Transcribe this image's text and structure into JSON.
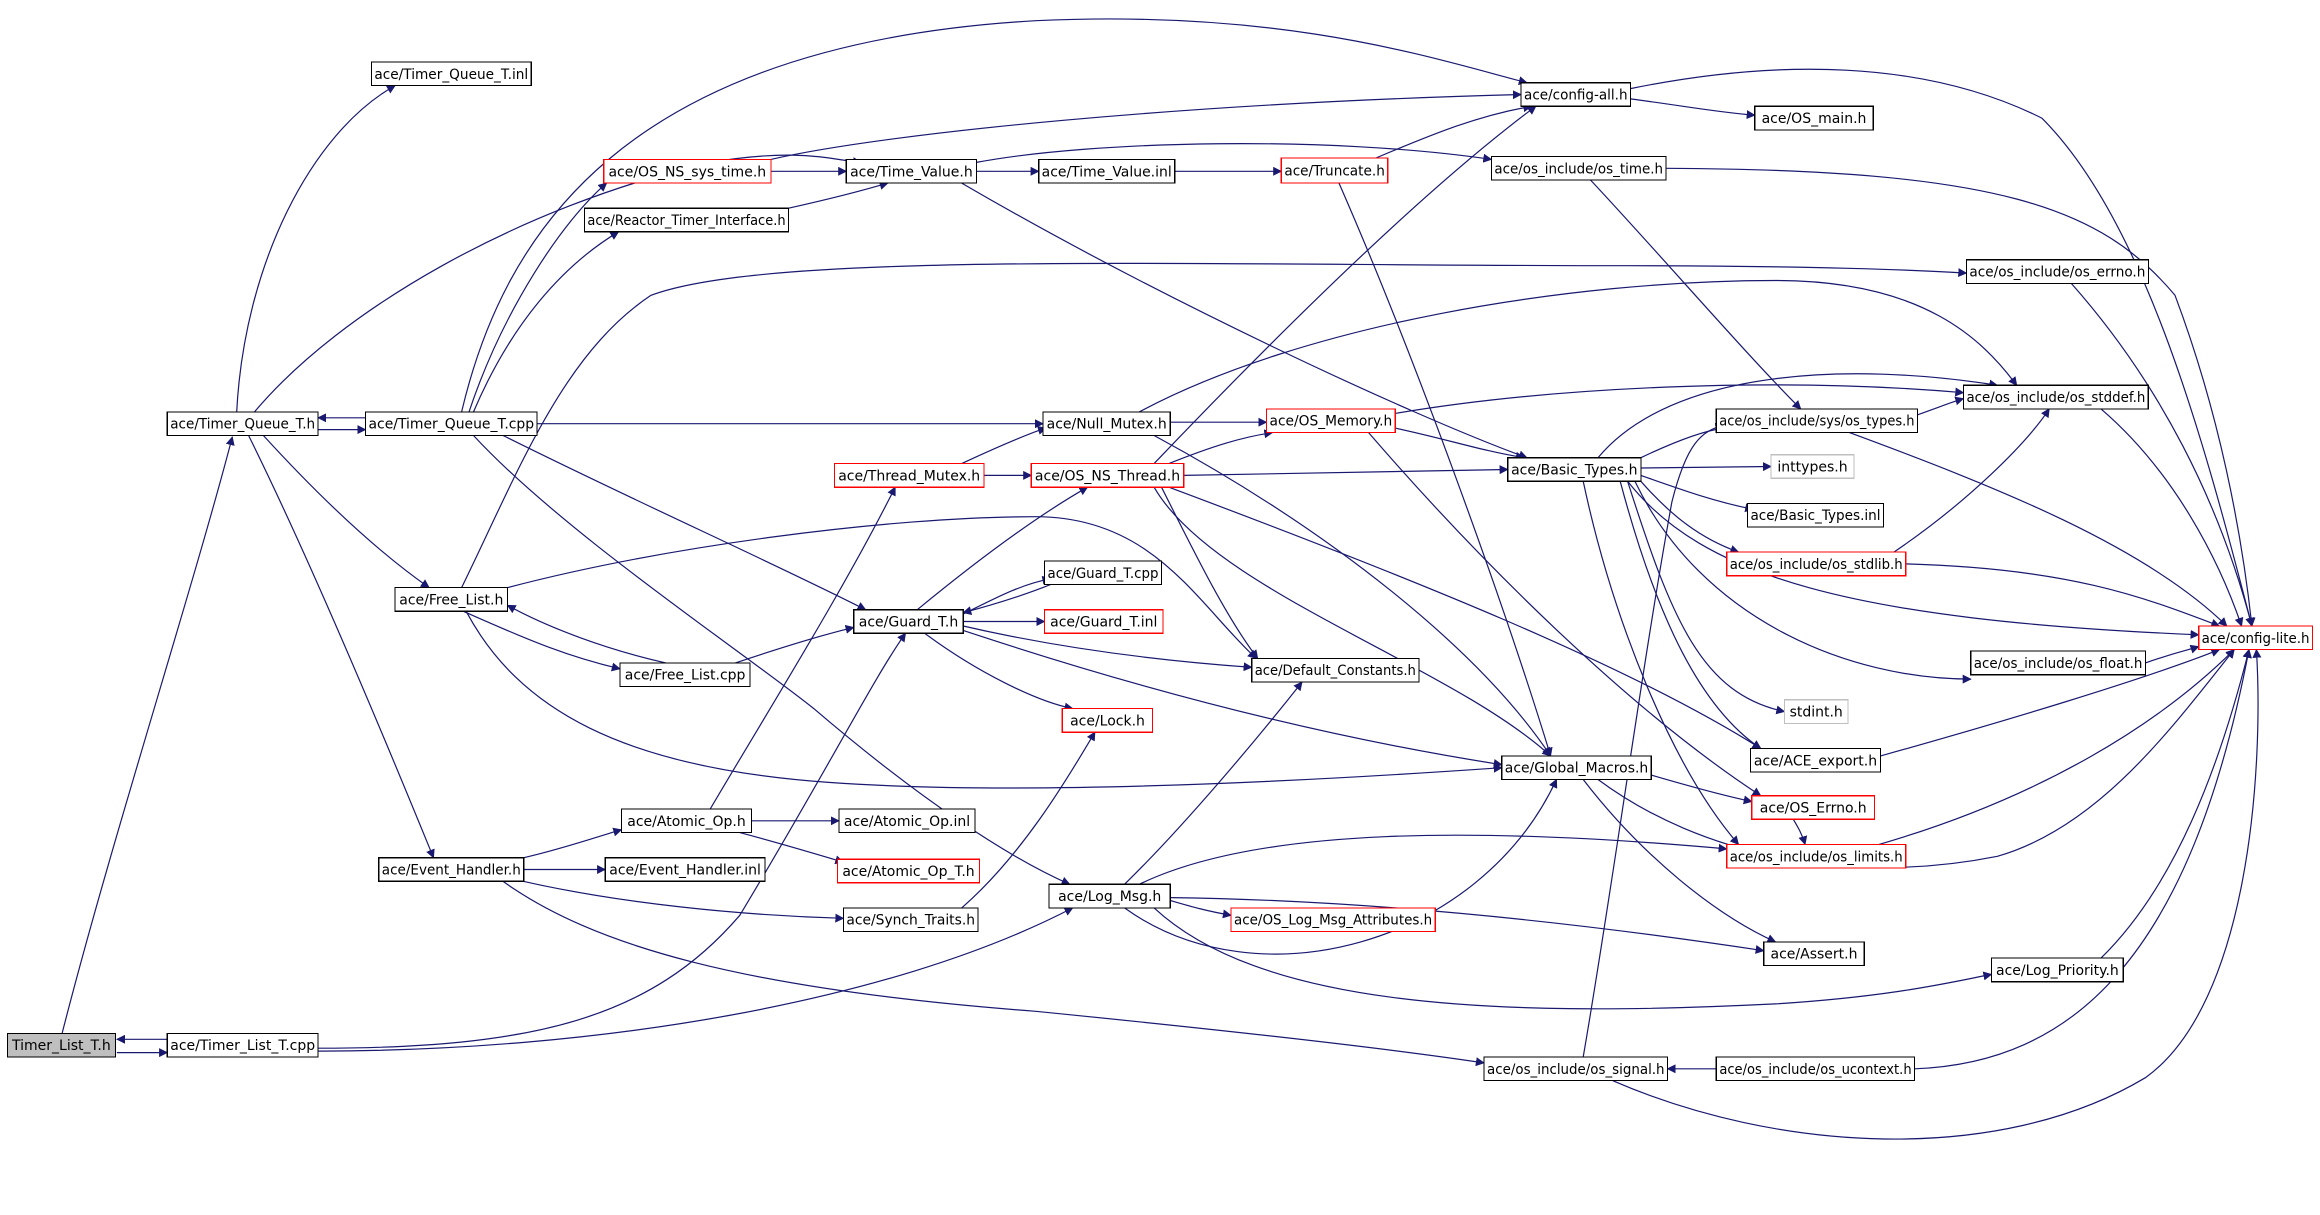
{
  "colors": {
    "edge": "#191970",
    "border_default": "#000000",
    "border_red": "#ff0000",
    "border_gray": "#bfbfbf",
    "fill_root": "#bfbfbf",
    "fill_default": "#ffffff"
  },
  "nodes": [
    {
      "id": "timer_list_t_h",
      "label": "Timer_List_T.h",
      "style": "root"
    },
    {
      "id": "timer_list_t_cpp",
      "label": "ace/Timer_List_T.cpp",
      "style": "default"
    },
    {
      "id": "timer_queue_t_h",
      "label": "ace/Timer_Queue_T.h",
      "style": "default"
    },
    {
      "id": "timer_queue_t_inl",
      "label": "ace/Timer_Queue_T.inl",
      "style": "default"
    },
    {
      "id": "timer_queue_t_cpp",
      "label": "ace/Timer_Queue_T.cpp",
      "style": "default"
    },
    {
      "id": "free_list_h",
      "label": "ace/Free_List.h",
      "style": "default"
    },
    {
      "id": "free_list_cpp",
      "label": "ace/Free_List.cpp",
      "style": "default"
    },
    {
      "id": "event_handler_h",
      "label": "ace/Event_Handler.h",
      "style": "default"
    },
    {
      "id": "event_handler_inl",
      "label": "ace/Event_Handler.inl",
      "style": "default"
    },
    {
      "id": "os_ns_sys_time_h",
      "label": "ace/OS_NS_sys_time.h",
      "style": "red"
    },
    {
      "id": "reactor_timer_interface_h",
      "label": "ace/Reactor_Timer_Interface.h",
      "style": "default"
    },
    {
      "id": "time_value_h",
      "label": "ace/Time_Value.h",
      "style": "default"
    },
    {
      "id": "time_value_inl",
      "label": "ace/Time_Value.inl",
      "style": "default"
    },
    {
      "id": "truncate_h",
      "label": "ace/Truncate.h",
      "style": "red"
    },
    {
      "id": "config_all_h",
      "label": "ace/config-all.h",
      "style": "default"
    },
    {
      "id": "os_main_h",
      "label": "ace/OS_main.h",
      "style": "default"
    },
    {
      "id": "os_time_h",
      "label": "ace/os_include/os_time.h",
      "style": "default"
    },
    {
      "id": "os_errno_h",
      "label": "ace/os_include/os_errno.h",
      "style": "default"
    },
    {
      "id": "null_mutex_h",
      "label": "ace/Null_Mutex.h",
      "style": "default"
    },
    {
      "id": "os_memory_h",
      "label": "ace/OS_Memory.h",
      "style": "red"
    },
    {
      "id": "thread_mutex_h",
      "label": "ace/Thread_Mutex.h",
      "style": "red"
    },
    {
      "id": "os_ns_thread_h",
      "label": "ace/OS_NS_Thread.h",
      "style": "red"
    },
    {
      "id": "basic_types_h",
      "label": "ace/Basic_Types.h",
      "style": "default"
    },
    {
      "id": "os_types_h",
      "label": "ace/os_include/sys/os_types.h",
      "style": "default"
    },
    {
      "id": "os_stddef_h",
      "label": "ace/os_include/os_stddef.h",
      "style": "default"
    },
    {
      "id": "inttypes_h",
      "label": "inttypes.h",
      "style": "gray"
    },
    {
      "id": "basic_types_inl",
      "label": "ace/Basic_Types.inl",
      "style": "default"
    },
    {
      "id": "os_stdlib_h",
      "label": "ace/os_include/os_stdlib.h",
      "style": "red"
    },
    {
      "id": "config_lite_h",
      "label": "ace/config-lite.h",
      "style": "red"
    },
    {
      "id": "os_float_h",
      "label": "ace/os_include/os_float.h",
      "style": "default"
    },
    {
      "id": "stdint_h",
      "label": "stdint.h",
      "style": "gray"
    },
    {
      "id": "guard_t_cpp",
      "label": "ace/Guard_T.cpp",
      "style": "default"
    },
    {
      "id": "guard_t_h",
      "label": "ace/Guard_T.h",
      "style": "default"
    },
    {
      "id": "guard_t_inl",
      "label": "ace/Guard_T.inl",
      "style": "red"
    },
    {
      "id": "default_constants_h",
      "label": "ace/Default_Constants.h",
      "style": "default"
    },
    {
      "id": "lock_h",
      "label": "ace/Lock.h",
      "style": "red"
    },
    {
      "id": "ace_export_h",
      "label": "ace/ACE_export.h",
      "style": "default"
    },
    {
      "id": "global_macros_h",
      "label": "ace/Global_Macros.h",
      "style": "default"
    },
    {
      "id": "os_errno_ace_h",
      "label": "ace/OS_Errno.h",
      "style": "red"
    },
    {
      "id": "atomic_op_h",
      "label": "ace/Atomic_Op.h",
      "style": "default"
    },
    {
      "id": "atomic_op_inl",
      "label": "ace/Atomic_Op.inl",
      "style": "default"
    },
    {
      "id": "atomic_op_t_h",
      "label": "ace/Atomic_Op_T.h",
      "style": "red"
    },
    {
      "id": "os_limits_h",
      "label": "ace/os_include/os_limits.h",
      "style": "red"
    },
    {
      "id": "log_msg_h",
      "label": "ace/Log_Msg.h",
      "style": "default"
    },
    {
      "id": "os_log_msg_attributes_h",
      "label": "ace/OS_Log_Msg_Attributes.h",
      "style": "red"
    },
    {
      "id": "synch_traits_h",
      "label": "ace/Synch_Traits.h",
      "style": "default"
    },
    {
      "id": "assert_h",
      "label": "ace/Assert.h",
      "style": "default"
    },
    {
      "id": "log_priority_h",
      "label": "ace/Log_Priority.h",
      "style": "default"
    },
    {
      "id": "os_signal_h",
      "label": "ace/os_include/os_signal.h",
      "style": "default"
    },
    {
      "id": "os_ucontext_h",
      "label": "ace/os_include/os_ucontext.h",
      "style": "default"
    }
  ],
  "edges": [
    [
      "timer_list_t_h",
      "timer_queue_t_h"
    ],
    [
      "timer_list_t_h",
      "timer_list_t_cpp"
    ],
    [
      "timer_list_t_cpp",
      "timer_list_t_h"
    ],
    [
      "timer_list_t_cpp",
      "guard_t_h"
    ],
    [
      "timer_list_t_cpp",
      "log_msg_h"
    ],
    [
      "timer_queue_t_h",
      "timer_queue_t_inl"
    ],
    [
      "timer_queue_t_h",
      "time_value_h"
    ],
    [
      "timer_queue_t_h",
      "timer_queue_t_cpp"
    ],
    [
      "timer_queue_t_h",
      "free_list_h"
    ],
    [
      "timer_queue_t_h",
      "event_handler_h"
    ],
    [
      "timer_queue_t_cpp",
      "timer_queue_t_h"
    ],
    [
      "timer_queue_t_cpp",
      "config_all_h"
    ],
    [
      "timer_queue_t_cpp",
      "os_ns_sys_time_h"
    ],
    [
      "timer_queue_t_cpp",
      "reactor_timer_interface_h"
    ],
    [
      "timer_queue_t_cpp",
      "null_mutex_h"
    ],
    [
      "timer_queue_t_cpp",
      "guard_t_h"
    ],
    [
      "timer_queue_t_cpp",
      "log_msg_h"
    ],
    [
      "free_list_h",
      "free_list_cpp"
    ],
    [
      "free_list_h",
      "os_errno_h"
    ],
    [
      "free_list_h",
      "default_constants_h"
    ],
    [
      "free_list_h",
      "global_macros_h"
    ],
    [
      "free_list_cpp",
      "free_list_h"
    ],
    [
      "free_list_cpp",
      "guard_t_h"
    ],
    [
      "event_handler_h",
      "atomic_op_h"
    ],
    [
      "event_handler_h",
      "event_handler_inl"
    ],
    [
      "event_handler_h",
      "synch_traits_h"
    ],
    [
      "event_handler_h",
      "os_signal_h"
    ],
    [
      "os_ns_sys_time_h",
      "time_value_h"
    ],
    [
      "os_ns_sys_time_h",
      "config_all_h"
    ],
    [
      "reactor_timer_interface_h",
      "time_value_h"
    ],
    [
      "time_value_h",
      "time_value_inl"
    ],
    [
      "time_value_h",
      "os_time_h"
    ],
    [
      "time_value_h",
      "basic_types_h"
    ],
    [
      "time_value_inl",
      "truncate_h"
    ],
    [
      "truncate_h",
      "config_all_h"
    ],
    [
      "truncate_h",
      "global_macros_h"
    ],
    [
      "config_all_h",
      "os_main_h"
    ],
    [
      "config_all_h",
      "config_lite_h"
    ],
    [
      "os_time_h",
      "os_types_h"
    ],
    [
      "os_time_h",
      "config_lite_h"
    ],
    [
      "os_errno_h",
      "config_lite_h"
    ],
    [
      "null_mutex_h",
      "os_memory_h"
    ],
    [
      "null_mutex_h",
      "os_stddef_h"
    ],
    [
      "null_mutex_h",
      "global_macros_h"
    ],
    [
      "thread_mutex_h",
      "null_mutex_h"
    ],
    [
      "thread_mutex_h",
      "os_ns_thread_h"
    ],
    [
      "os_ns_thread_h",
      "os_memory_h"
    ],
    [
      "os_ns_thread_h",
      "config_all_h"
    ],
    [
      "os_ns_thread_h",
      "basic_types_h"
    ],
    [
      "os_ns_thread_h",
      "default_constants_h"
    ],
    [
      "os_ns_thread_h",
      "global_macros_h"
    ],
    [
      "os_ns_thread_h",
      "ace_export_h"
    ],
    [
      "os_memory_h",
      "basic_types_h"
    ],
    [
      "os_memory_h",
      "os_stddef_h"
    ],
    [
      "os_memory_h",
      "os_errno_ace_h"
    ],
    [
      "basic_types_h",
      "os_types_h"
    ],
    [
      "basic_types_h",
      "inttypes_h"
    ],
    [
      "basic_types_h",
      "basic_types_inl"
    ],
    [
      "basic_types_h",
      "os_stdlib_h"
    ],
    [
      "basic_types_h",
      "config_lite_h"
    ],
    [
      "basic_types_h",
      "os_float_h"
    ],
    [
      "basic_types_h",
      "stdint_h"
    ],
    [
      "basic_types_h",
      "ace_export_h"
    ],
    [
      "basic_types_h",
      "os_limits_h"
    ],
    [
      "basic_types_h",
      "os_stddef_h"
    ],
    [
      "os_types_h",
      "os_stddef_h"
    ],
    [
      "os_types_h",
      "config_lite_h"
    ],
    [
      "os_stddef_h",
      "config_lite_h"
    ],
    [
      "os_stdlib_h",
      "os_stddef_h"
    ],
    [
      "os_stdlib_h",
      "config_lite_h"
    ],
    [
      "os_float_h",
      "config_lite_h"
    ],
    [
      "ace_export_h",
      "config_lite_h"
    ],
    [
      "guard_t_h",
      "guard_t_cpp"
    ],
    [
      "guard_t_h",
      "guard_t_inl"
    ],
    [
      "guard_t_h",
      "lock_h"
    ],
    [
      "guard_t_h",
      "global_macros_h"
    ],
    [
      "guard_t_h",
      "os_ns_thread_h"
    ],
    [
      "guard_t_h",
      "default_constants_h"
    ],
    [
      "guard_t_cpp",
      "guard_t_h"
    ],
    [
      "global_macros_h",
      "os_errno_ace_h"
    ],
    [
      "global_macros_h",
      "config_lite_h"
    ],
    [
      "global_macros_h",
      "assert_h"
    ],
    [
      "os_errno_ace_h",
      "os_limits_h"
    ],
    [
      "atomic_op_h",
      "atomic_op_inl"
    ],
    [
      "atomic_op_h",
      "atomic_op_t_h"
    ],
    [
      "atomic_op_h",
      "thread_mutex_h"
    ],
    [
      "os_limits_h",
      "config_lite_h"
    ],
    [
      "log_msg_h",
      "os_log_msg_attributes_h"
    ],
    [
      "log_msg_h",
      "default_constants_h"
    ],
    [
      "log_msg_h",
      "global_macros_h"
    ],
    [
      "log_msg_h",
      "assert_h"
    ],
    [
      "log_msg_h",
      "log_priority_h"
    ],
    [
      "log_msg_h",
      "os_limits_h"
    ],
    [
      "synch_traits_h",
      "lock_h"
    ],
    [
      "log_priority_h",
      "config_lite_h"
    ],
    [
      "os_signal_h",
      "os_types_h"
    ],
    [
      "os_signal_h",
      "config_lite_h"
    ],
    [
      "os_ucontext_h",
      "os_signal_h"
    ],
    [
      "os_ucontext_h",
      "config_lite_h"
    ]
  ]
}
